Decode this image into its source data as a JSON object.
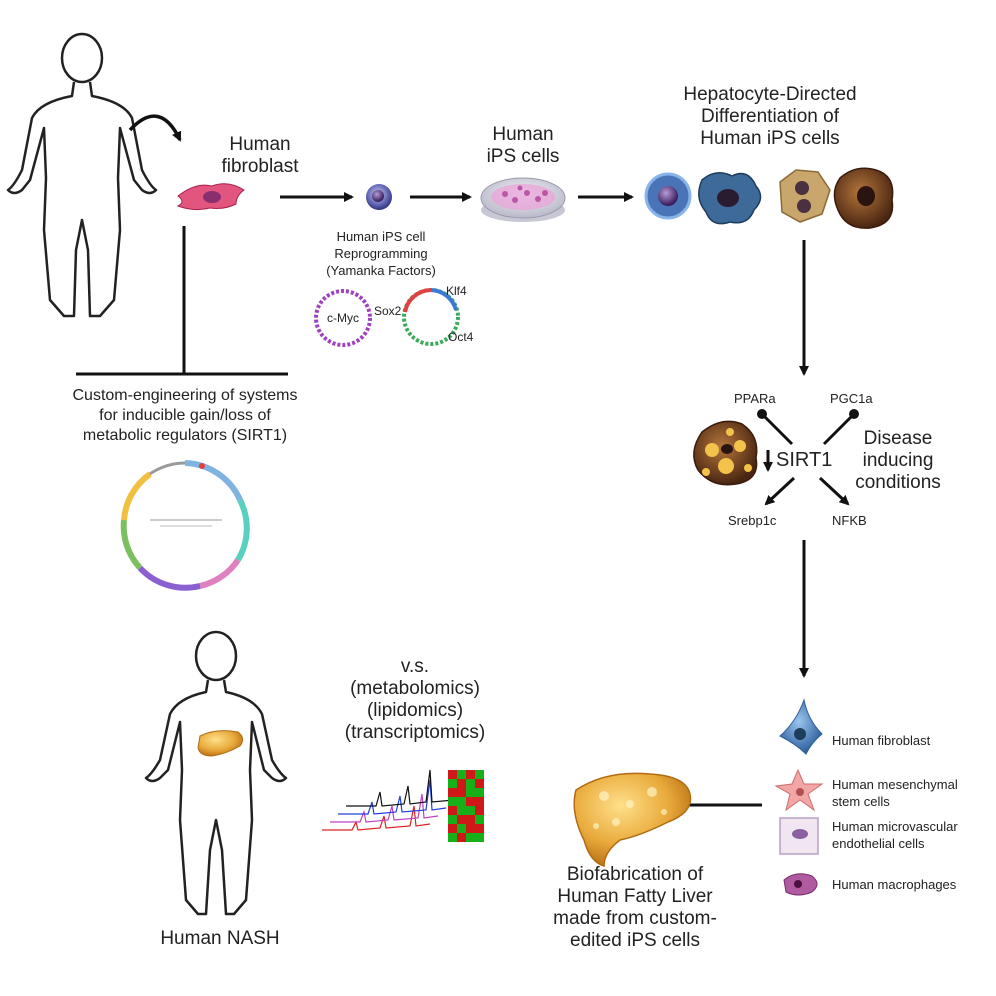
{
  "labels": {
    "human_fibroblast_top": [
      "Human",
      "fibroblast"
    ],
    "reprogramming": [
      "Human iPS cell",
      "Reprogramming",
      "(Yamanka Factors)"
    ],
    "human_ips_cells": [
      "Human",
      "iPS cells"
    ],
    "hepatocyte_diff": [
      "Hepatocyte-Directed",
      "Differentiation of",
      "Human iPS cells"
    ],
    "custom_engineering": [
      "Custom-engineering of systems",
      "for inducible gain/loss of",
      "metabolic regulators (SIRT1)"
    ],
    "plasmids": {
      "c_myc": "c-Myc",
      "sox2": "Sox2",
      "klf4": "Klf4",
      "oct4": "Oct4"
    },
    "pathway": {
      "ppara": "PPARa",
      "pgc1a": "PGC1a",
      "sirt1": "SIRT1",
      "srebp1c": "Srebp1c",
      "nfkb": "NFKB",
      "disease": [
        "Disease",
        "inducing",
        "conditions"
      ]
    },
    "omics": [
      "v.s.",
      "(metabolomics)",
      "(lipidomics)",
      "(transcriptomics)"
    ],
    "human_nash": "Human NASH",
    "cell_types": {
      "fibroblast": "Human fibroblast",
      "mesenchymal": [
        "Human mesenchymal",
        "stem cells"
      ],
      "microvascular": [
        "Human microvascular",
        "endothelial cells"
      ],
      "macrophages": "Human macrophages"
    },
    "biofab": [
      "Biofabrication of",
      "Human Fatty Liver",
      "made from custom-",
      "edited iPS cells"
    ]
  },
  "colors": {
    "arrow": "#111111",
    "liver": "#e3a23a",
    "fibroblast_cell": "#e2557e",
    "ips_cell": "#6b6fb8",
    "fatty_cell": "#7a4a2a",
    "blue_cell": "#4a8ad0"
  }
}
